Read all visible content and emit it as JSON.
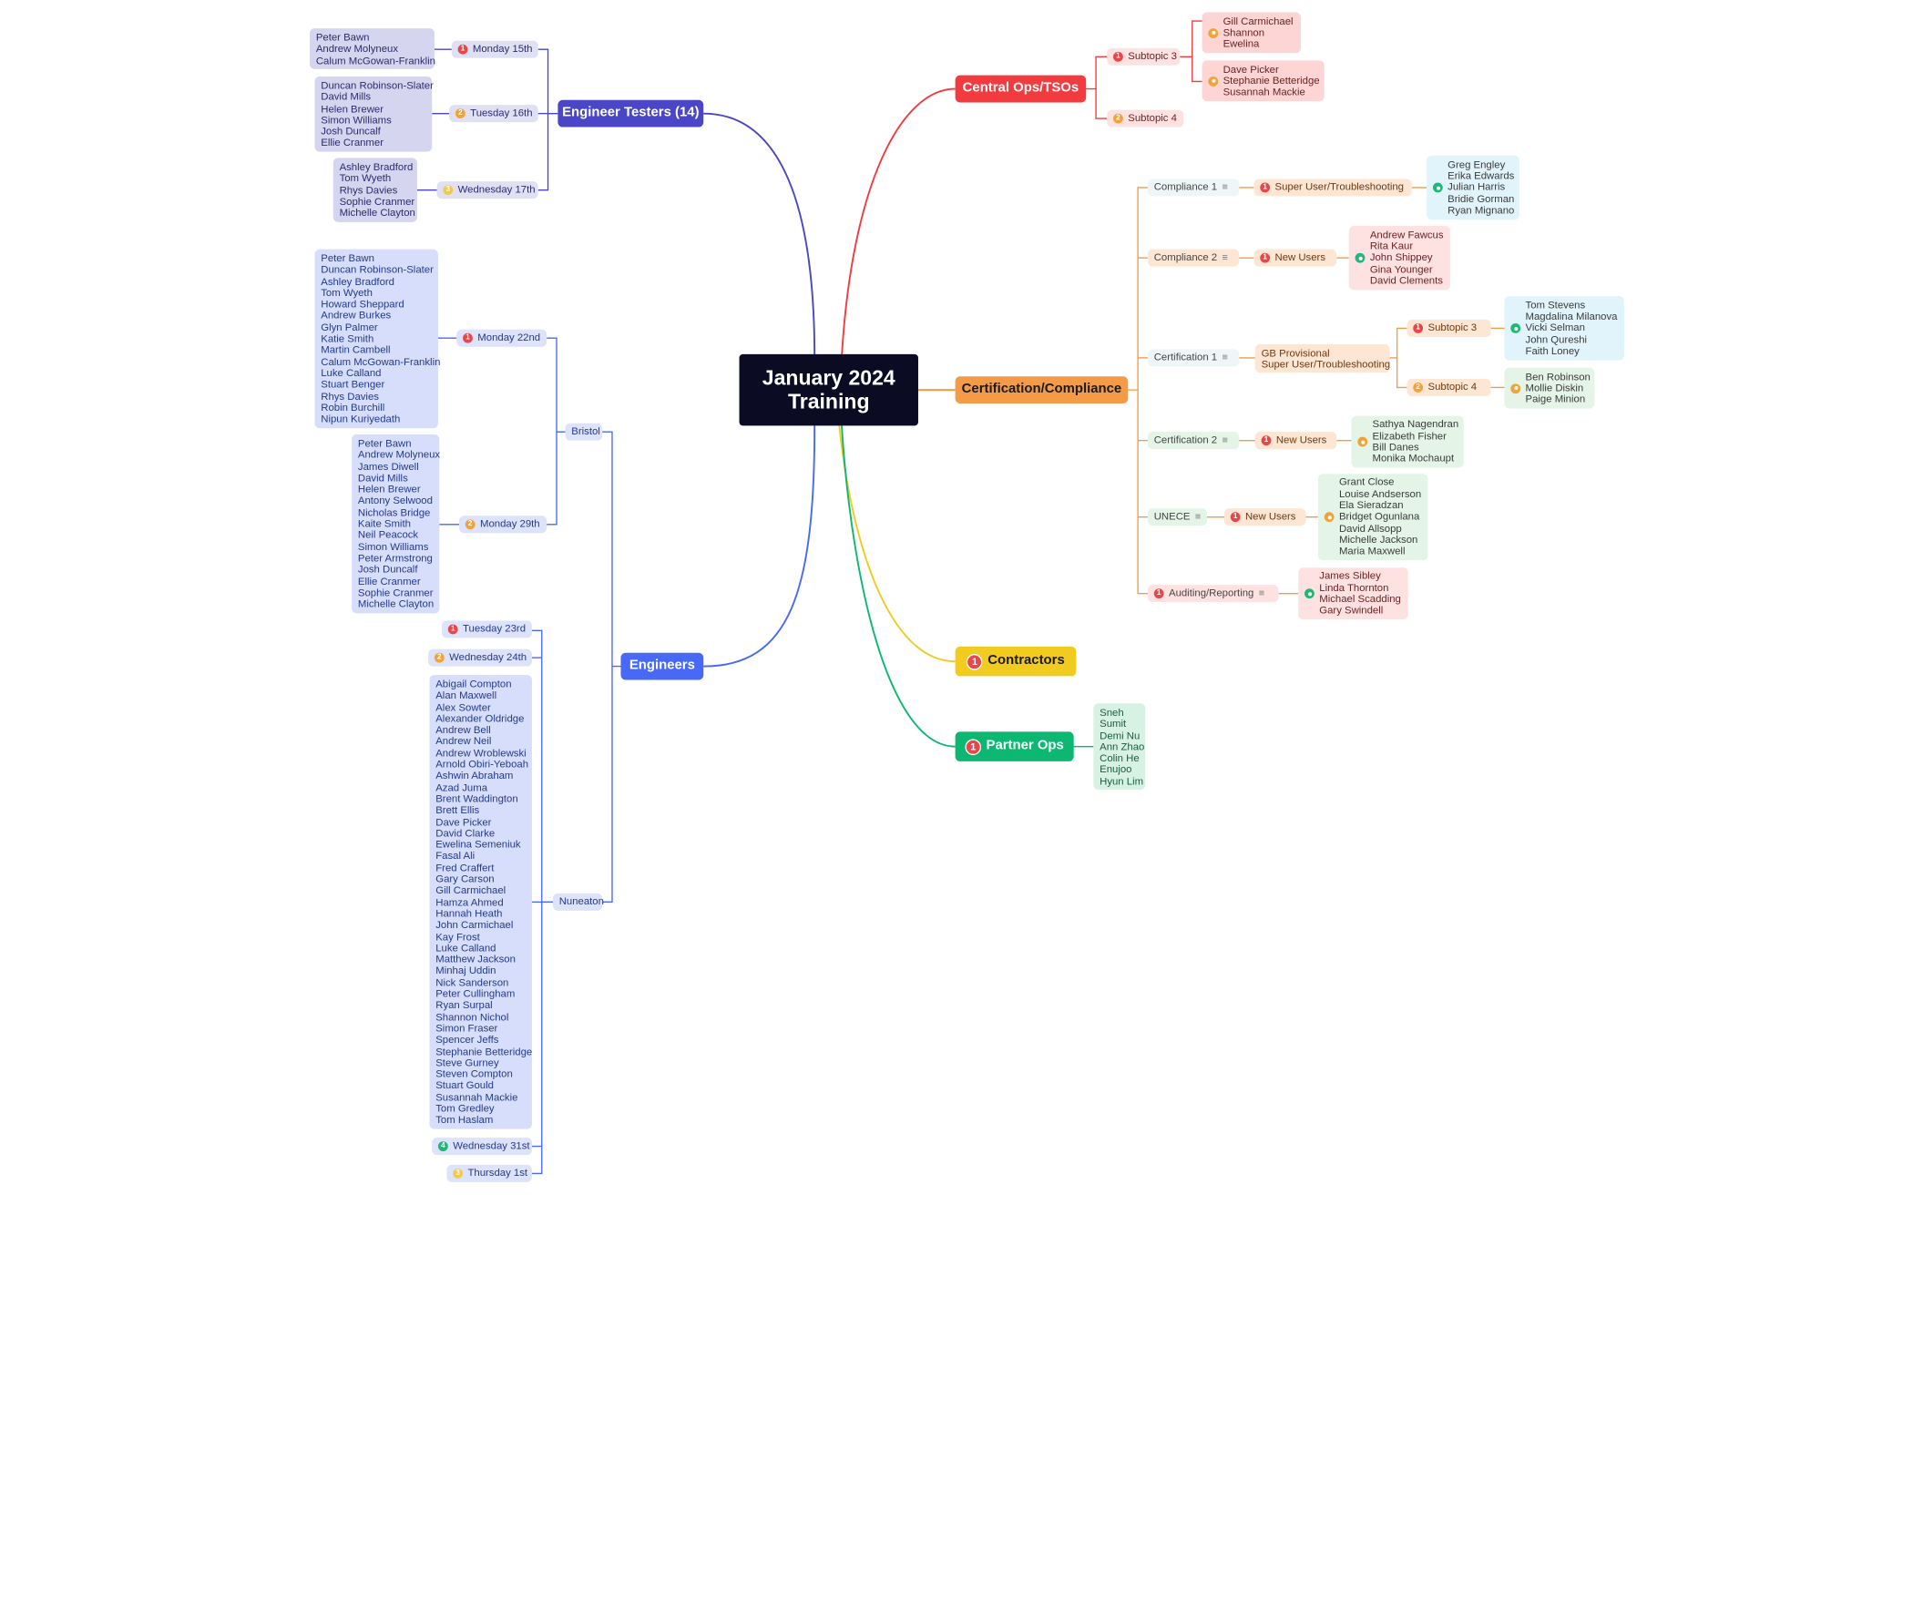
{
  "center": {
    "title": "January 2024 Training"
  },
  "central_ops": {
    "label": "Central Ops/TSOs",
    "subtopic3": {
      "label": "Subtopic 3",
      "badge": "1",
      "group1": [
        "Gill Carmichael",
        "Shannon",
        "Ewelina"
      ],
      "group2": [
        "Dave Picker",
        "Stephanie Betteridge",
        "Susannah Mackie"
      ]
    },
    "subtopic4": {
      "label": "Subtopic 4",
      "badge": "2"
    }
  },
  "certification": {
    "label": "Certification/Compliance",
    "compliance1": {
      "label": "Compliance 1",
      "sub": "Super User/Troubleshooting",
      "badge": "1",
      "people": [
        "Greg Engley",
        "Erika Edwards",
        "Julian Harris",
        "Bridie Gorman",
        "Ryan Mignano"
      ]
    },
    "compliance2": {
      "label": "Compliance 2",
      "sub": "New Users",
      "badge": "1",
      "people": [
        "Andrew Fawcus",
        "Rita Kaur",
        "John Shippey",
        "Gina Younger",
        "David Clements"
      ]
    },
    "certification1": {
      "label": "Certification 1",
      "sub_line1": "GB Provisional",
      "sub_line2": "Super User/Troubleshooting",
      "subtopic3": {
        "label": "Subtopic 3",
        "badge": "1",
        "people": [
          "Tom Stevens",
          "Magdalina Milanova",
          "Vicki Selman",
          "John Qureshi",
          "Faith Loney"
        ]
      },
      "subtopic4": {
        "label": "Subtopic 4",
        "badge": "2",
        "people": [
          "Ben Robinson",
          "Mollie Diskin",
          "Paige Minion"
        ]
      }
    },
    "certification2": {
      "label": "Certification 2",
      "sub": "New Users",
      "badge": "1",
      "people": [
        "Sathya Nagendran",
        "Elizabeth Fisher",
        "Bill Danes",
        "Monika Mochaupt"
      ]
    },
    "unece": {
      "label": "UNECE",
      "sub": "New Users",
      "badge": "1",
      "people": [
        "Grant Close",
        "Louise Andserson",
        "Ela Sieradzan",
        "Bridget Ogunlana",
        "David Allsopp",
        "Michelle Jackson",
        "Maria Maxwell"
      ]
    },
    "auditing": {
      "label": "Auditing/Reporting",
      "badge": "1",
      "people": [
        "James Sibley",
        "Linda Thornton",
        "Michael Scadding",
        "Gary Swindell"
      ]
    }
  },
  "contractors": {
    "label": "Contractors",
    "badge": "1"
  },
  "partner_ops": {
    "label": "Partner Ops",
    "badge": "1",
    "people": [
      "Sneh",
      "Sumit",
      "Demi Nu",
      "Ann Zhao",
      "Colin He",
      "Enujoo",
      "Hyun Lim"
    ]
  },
  "engineer_testers": {
    "label": "Engineer Testers (14)",
    "monday15": {
      "label": "Monday 15th",
      "badge": "1",
      "people": [
        "Peter Bawn",
        "Andrew Molyneux",
        "Calum McGowan-Franklin"
      ]
    },
    "tuesday16": {
      "label": "Tuesday 16th",
      "badge": "2",
      "people": [
        "Duncan Robinson-Slater",
        "David Mills",
        "Helen Brewer",
        "Simon Williams",
        "Josh Duncalf",
        "Ellie Cranmer"
      ]
    },
    "wednesday17": {
      "label": "Wednesday 17th",
      "badge": "3",
      "people": [
        "Ashley Bradford",
        "Tom Wyeth",
        "Rhys Davies",
        "Sophie Cranmer",
        "Michelle Clayton"
      ]
    }
  },
  "engineers": {
    "label": "Engineers",
    "bristol": {
      "label": "Bristol",
      "monday22": {
        "label": "Monday 22nd",
        "badge": "1",
        "people": [
          "Peter Bawn",
          "Duncan Robinson-Slater",
          "Ashley Bradford",
          "Tom Wyeth",
          "Howard Sheppard",
          "Andrew Burkes",
          "Glyn Palmer",
          "Katie Smith",
          "Martin Cambell",
          "Calum McGowan-Franklin",
          "Luke Calland",
          "Stuart Benger",
          "Rhys Davies",
          "Robin Burchill",
          "Nipun Kuriyedath"
        ]
      },
      "monday29": {
        "label": "Monday 29th",
        "badge": "2",
        "people": [
          "Peter Bawn",
          "Andrew Molyneux",
          "James Diwell",
          "David Mills",
          "Helen Brewer",
          "Antony Selwood",
          "Nicholas Bridge",
          "Kaite Smith",
          "Neil Peacock",
          "Simon Williams",
          "Peter Armstrong",
          "Josh Duncalf",
          "Ellie Cranmer",
          "Sophie Cranmer",
          "Michelle Clayton"
        ]
      }
    },
    "nuneaton": {
      "label": "Nuneaton",
      "tuesday23": {
        "label": "Tuesday 23rd",
        "badge": "1"
      },
      "wednesday24": {
        "label": "Wednesday 24th",
        "badge": "2"
      },
      "people": [
        "Abigail Compton",
        "Alan Maxwell",
        "Alex Sowter",
        "Alexander Oldridge",
        "Andrew Bell",
        "Andrew Neil",
        "Andrew Wroblewski",
        "Arnold Obiri-Yeboah",
        "Ashwin Abraham",
        "Azad Juma",
        "Brent Waddington",
        "Brett Ellis",
        "Dave Picker",
        "David Clarke",
        "Ewelina Semeniuk",
        "Fasal Ali",
        "Fred Craffert",
        "Gary Carson",
        "Gill Carmichael",
        "Hamza Ahmed",
        "Hannah Heath",
        "John Carmichael",
        "Kay Frost",
        "Luke Calland",
        "Matthew Jackson",
        "Minhaj Uddin",
        "Nick Sanderson",
        "Peter Cullingham",
        "Ryan Surpal",
        "Shannon Nichol",
        "Simon Fraser",
        "Spencer Jeffs",
        "Stephanie Betteridge",
        "Steve Gurney",
        "Steven Compton",
        "Stuart Gould",
        "Susannah Mackie",
        "Tom Gredley",
        "Tom Haslam"
      ],
      "wednesday31": {
        "label": "Wednesday 31st",
        "badge": "4"
      },
      "thursday1": {
        "label": "Thursday 1st",
        "badge": "3"
      }
    }
  },
  "colors": {
    "red": "#f23b3f",
    "orange": "#f39b46",
    "yellow": "#f2cb20",
    "green": "#0cb871",
    "indigo": "#4a46c6",
    "blue": "#4769f5",
    "navy": "#0b0c24"
  }
}
